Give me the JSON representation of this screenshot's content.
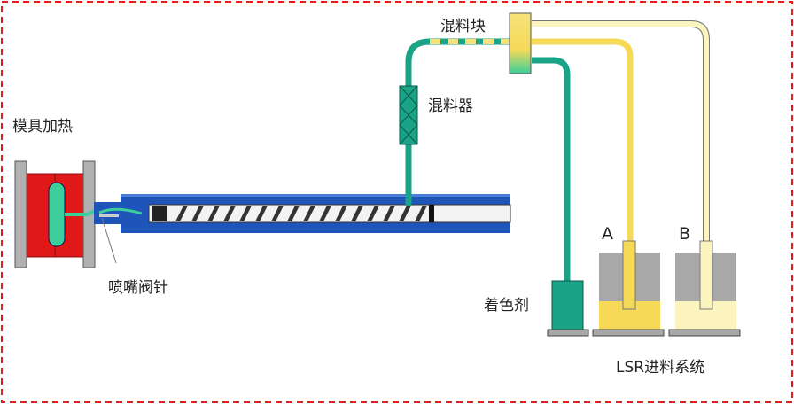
{
  "labels": {
    "mold_heating": "模具加热",
    "nozzle_valve_pin": "喷嘴阀针",
    "mixer": "混料器",
    "mixing_block": "混料块",
    "colorant": "着色剂",
    "tank_a": "A",
    "tank_b": "B",
    "lsr_feed_system": "LSR进料系统"
  },
  "colors": {
    "frame": "#e02020",
    "barrel": "#1f55b8",
    "mold": "#e01818",
    "green": "#1aa386",
    "yellow": "#f5d957",
    "pale_yellow": "#fbf4bf",
    "gray": "#a8a8a8"
  }
}
